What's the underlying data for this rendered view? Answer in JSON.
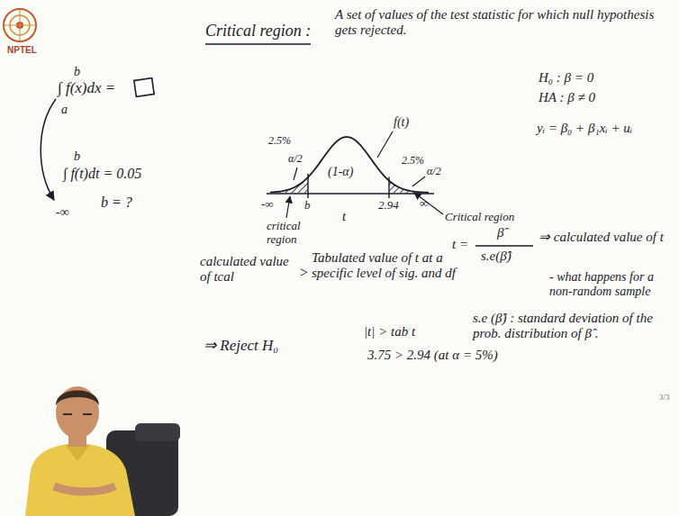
{
  "diagram": {
    "labels": [
      "NPTEL",
      "b",
      "∫ f(x)dx =",
      "a",
      "b",
      "∫ f(t)dt = 0.05",
      "-∞",
      "b = ?",
      "Critical region :",
      "A set of values of the test statistic for which null hypothesis gets rejected.",
      "f(t)",
      "2.5%",
      "α/2",
      "(1-α)",
      "2.5%",
      "α/2",
      "-∞",
      "b",
      "t",
      "2.94",
      "∞",
      "critical region",
      "Critical region",
      "H₀ : β = 0",
      "HA : β ≠ 0",
      "yᵢ = β₀ + β₁xᵢ + uᵢ",
      "t =",
      "β̂",
      "s.e(β̂)",
      "⇒ calculated value of t",
      "- what happens for a non-random sample",
      "s.e (β̂) : standard deviation of the prob. distribution of β̂ .",
      "calculated value of tcal",
      ">",
      "Tabulated value of t at a specific level of sig. and df",
      "⇒ Reject H₀",
      "|t| > tab t",
      "3.75 > 2.94 (at α = 5%)",
      "3/3"
    ]
  }
}
